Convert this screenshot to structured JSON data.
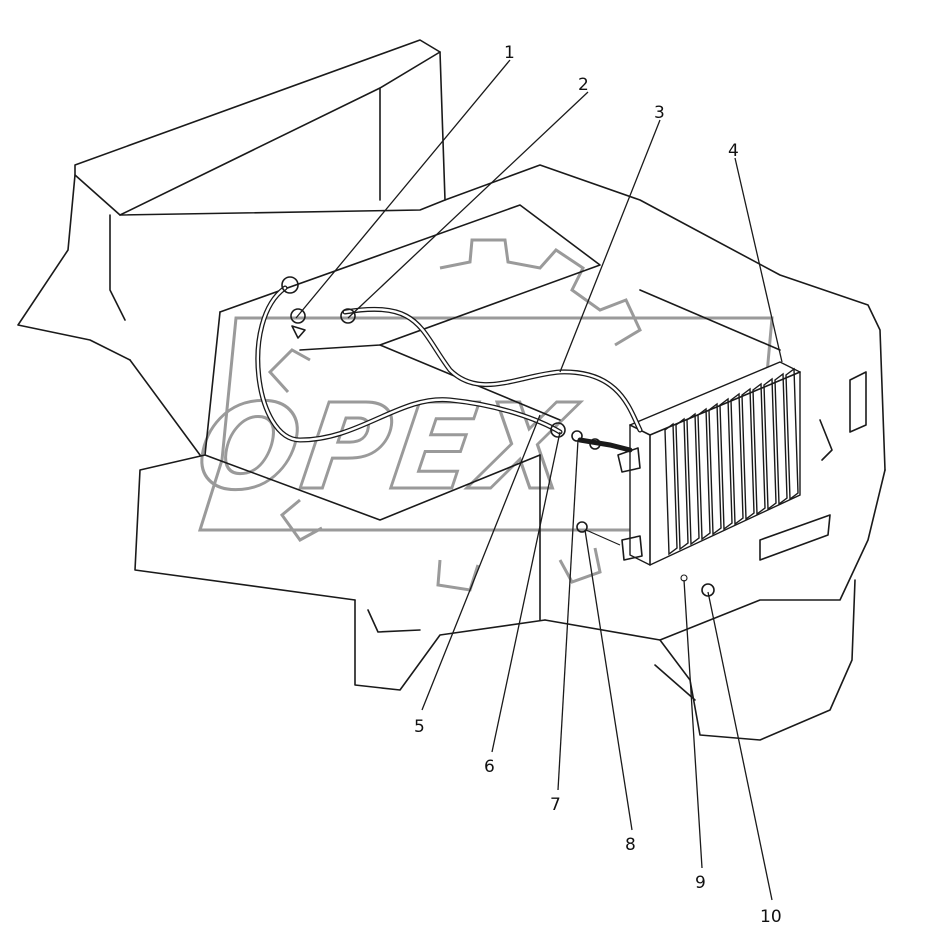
{
  "watermark": {
    "text": "OPEX"
  },
  "callouts": [
    {
      "id": "1",
      "label": "1"
    },
    {
      "id": "2",
      "label": "2"
    },
    {
      "id": "3",
      "label": "3"
    },
    {
      "id": "4",
      "label": "4"
    },
    {
      "id": "5",
      "label": "5"
    },
    {
      "id": "6",
      "label": "6"
    },
    {
      "id": "7",
      "label": "7"
    },
    {
      "id": "8",
      "label": "8"
    },
    {
      "id": "9",
      "label": "9"
    },
    {
      "id": "10",
      "label": "10"
    }
  ]
}
